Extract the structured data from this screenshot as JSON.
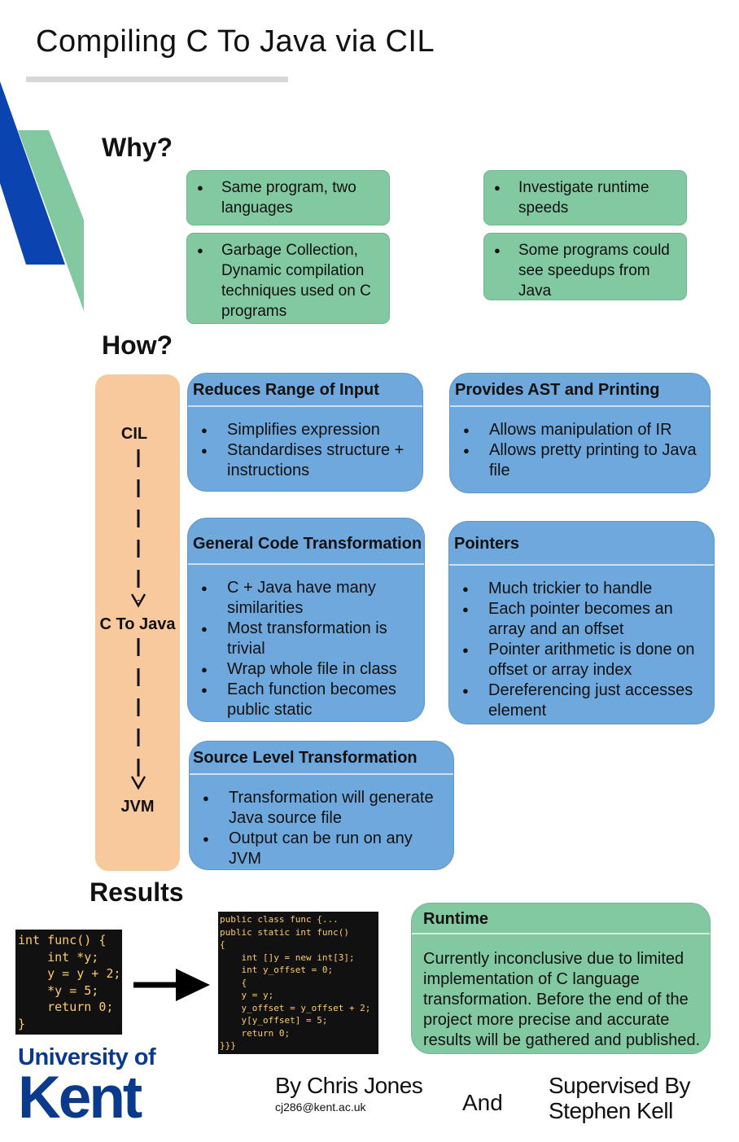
{
  "title": "Compiling C To Java via CIL",
  "colors": {
    "green": "#82c8a1",
    "blue": "#6fa8dc",
    "orange": "#f8c99c",
    "kent_blue": "#0a3a8c",
    "deco_blue": "#0b44b0"
  },
  "why": {
    "heading": "Why?",
    "items": [
      {
        "lines": [
          "Same program, two languages"
        ]
      },
      {
        "lines": [
          "Investigate runtime speeds"
        ]
      },
      {
        "lines": [
          "Garbage Collection, Dynamic compilation techniques used on C programs"
        ]
      },
      {
        "lines": [
          "Some programs could see speedups from Java"
        ]
      }
    ]
  },
  "how": {
    "heading": "How?",
    "pipeline": [
      "CIL",
      "C To Java",
      "JVM"
    ],
    "boxes": [
      {
        "title": "Reduces Range of Input",
        "items": [
          "Simplifies expression",
          "Standardises structure + instructions"
        ]
      },
      {
        "title": "Provides AST and Printing",
        "items": [
          "Allows manipulation of IR",
          "Allows pretty printing to Java file"
        ]
      },
      {
        "title": "General Code Transformation",
        "items": [
          "C + Java have many similarities",
          "Most transformation is trivial",
          "Wrap whole file in class",
          "Each function becomes public static"
        ]
      },
      {
        "title": "Pointers",
        "items": [
          "Much trickier to handle",
          "Each pointer becomes an array and an offset",
          "Pointer arithmetic is done on offset or array index",
          "Dereferencing just accesses element"
        ]
      },
      {
        "title": "Source Level Transformation",
        "items": [
          "Transformation will generate Java source file",
          "Output can be run on any JVM"
        ]
      }
    ]
  },
  "results": {
    "heading": "Results",
    "c_code": [
      "int func() {",
      "    int *y;",
      "    y = y + 2;",
      "    *y = 5;",
      "    return 0;",
      "}"
    ],
    "java_code": [
      "public class func {...",
      "public static int func()",
      "{",
      "    int []y = new int[3];",
      "    int y_offset = 0;",
      "    {",
      "    y = y;",
      "    y_offset = y_offset + 2;",
      "    y[y_offset] = 5;",
      "    return 0;",
      "}}}"
    ],
    "runtime_title": "Runtime",
    "runtime_text": "Currently inconclusive due to limited implementation of C language transformation. Before the end of the project more precise and accurate results will be gathered and published."
  },
  "footer": {
    "logo_top": "University of",
    "logo_bottom": "Kent",
    "author": "By Chris Jones",
    "email": "cj286@kent.ac.uk",
    "and": "And",
    "supervised_line1": "Supervised By",
    "supervised_line2": "Stephen Kell"
  }
}
